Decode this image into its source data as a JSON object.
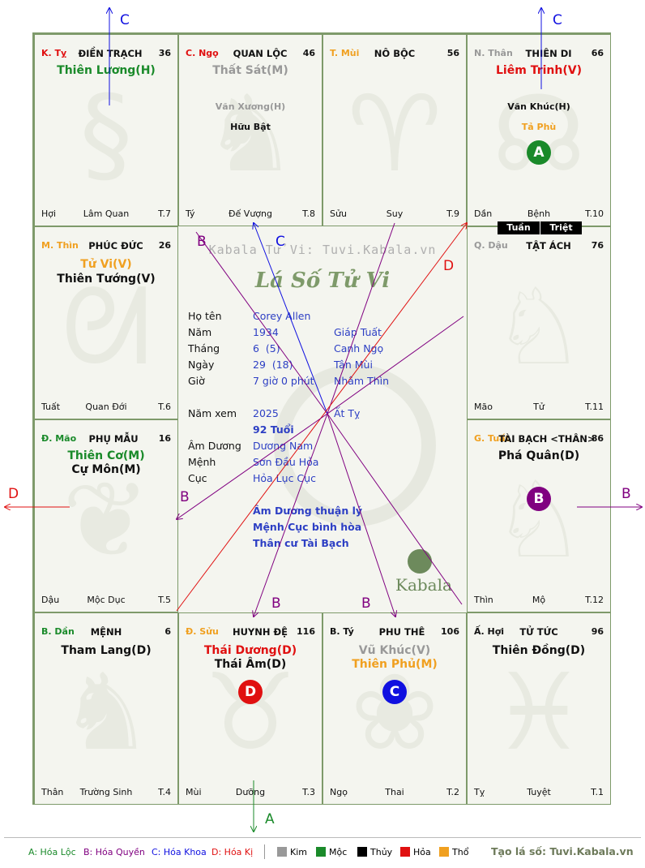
{
  "palaces": {
    "ty": {
      "pos": "K. Tỵ",
      "name": "ĐIỀN TRẠCH",
      "age": "36",
      "star1": "Thiên Lương(H)",
      "foot_left": "Hợi",
      "foot_center": "Lâm Quan",
      "foot_right": "T.7"
    },
    "ngo": {
      "pos": "C. Ngọ",
      "name": "QUAN LỘC",
      "age": "46",
      "star1": "Thất Sát(M)",
      "minor1": "Văn Xương(H)",
      "minor2": "Hữu Bật",
      "foot_left": "Tý",
      "foot_center": "Đế Vượng",
      "foot_right": "T.8"
    },
    "mui": {
      "pos": "T. Mùi",
      "name": "NÔ BỘC",
      "age": "56",
      "foot_left": "Sửu",
      "foot_center": "Suy",
      "foot_right": "T.9"
    },
    "than": {
      "pos": "N. Thân",
      "name": "THIÊN DI",
      "age": "66",
      "star1": "Liêm Trinh(V)",
      "minor1": "Văn Khúc(H)",
      "minor2": "Tả Phù",
      "badge": "A",
      "foot_left": "Dần",
      "foot_center": "Bệnh",
      "foot_right": "T.10"
    },
    "thin": {
      "pos": "M. Thìn",
      "name": "PHÚC ĐỨC",
      "age": "26",
      "star1": "Tử Vi(V)",
      "star2": "Thiên Tướng(V)",
      "foot_left": "Tuất",
      "foot_center": "Quan Đới",
      "foot_right": "T.6"
    },
    "dau": {
      "pos": "Q. Dậu",
      "name": "TẬT ÁCH",
      "age": "76",
      "tag1": "Tuần",
      "tag2": "Triệt",
      "foot_left": "Mão",
      "foot_center": "Tử",
      "foot_right": "T.11"
    },
    "mao": {
      "pos": "Đ. Mão",
      "name": "PHỤ MẪU",
      "age": "16",
      "star1": "Thiên Cơ(M)",
      "star2": "Cự Môn(M)",
      "foot_left": "Dậu",
      "foot_center": "Mộc Dục",
      "foot_right": "T.5"
    },
    "tuat": {
      "pos": "G. Tuất",
      "name": "TÀI BẠCH <THÂN>",
      "age": "86",
      "star1": "Phá Quân(D)",
      "badge": "B",
      "foot_left": "Thìn",
      "foot_center": "Mộ",
      "foot_right": "T.12"
    },
    "dan": {
      "pos": "B. Dần",
      "name": "MỆNH",
      "age": "6",
      "star1": "Tham Lang(D)",
      "foot_left": "Thân",
      "foot_center": "Trường Sinh",
      "foot_right": "T.4"
    },
    "suu": {
      "pos": "Đ. Sửu",
      "name": "HUYNH ĐỆ",
      "age": "116",
      "star1": "Thái Dương(D)",
      "star2": "Thái Âm(D)",
      "badge": "D",
      "foot_left": "Mùi",
      "foot_center": "Dưỡng",
      "foot_right": "T.3"
    },
    "ty2": {
      "pos": "B. Tý",
      "name": "PHU THÊ",
      "age": "106",
      "star1": "Vũ Khúc(V)",
      "star2": "Thiên Phủ(M)",
      "badge": "C",
      "foot_left": "Ngọ",
      "foot_center": "Thai",
      "foot_right": "T.2"
    },
    "hoi": {
      "pos": "Ấ. Hợi",
      "name": "TỬ TỨC",
      "age": "96",
      "star1": "Thiên Đồng(D)",
      "foot_left": "Tỵ",
      "foot_center": "Tuyệt",
      "foot_right": "T.1"
    }
  },
  "center": {
    "watermark": "Kabala Tử Vi: Tuvi.Kabala.vn",
    "title": "Lá Số Tử Vi",
    "rows": [
      {
        "label": "Họ tên",
        "v1": "Corey Allen",
        "v2": ""
      },
      {
        "label": "Năm",
        "v1": "1934",
        "v2": "Giáp Tuất"
      },
      {
        "label": "Tháng",
        "v1": "6  (5)",
        "v2": "Canh Ngọ"
      },
      {
        "label": "Ngày",
        "v1": "29  (18)",
        "v2": "Tân Mùi"
      },
      {
        "label": "Giờ",
        "v1": "7 giờ 0 phút",
        "v2": "Nhâm Thìn"
      },
      {
        "label": "Năm xem",
        "v1": "2025",
        "v2": "Ất Tỵ"
      },
      {
        "label": "",
        "v1": "92 Tuổi",
        "v2": ""
      },
      {
        "label": "Âm Dương",
        "v1": "Dương Nam",
        "v2": ""
      },
      {
        "label": "Mệnh",
        "v1": "Sơn Đầu Hỏa",
        "v2": ""
      },
      {
        "label": "Cục",
        "v1": "Hỏa Lục Cục",
        "v2": ""
      }
    ],
    "notes": [
      "Âm Dương thuận lý",
      "Mệnh Cục bình hòa",
      "Thân cư Tài Bạch"
    ],
    "logo": "Kabala"
  },
  "arrow_labels": {
    "c": "C",
    "b": "B",
    "d": "D",
    "a": "A"
  },
  "legend": {
    "a": "A: Hóa Lộc",
    "b": "B: Hóa Quyền",
    "c": "C: Hóa Khoa",
    "d": "D: Hóa Kị",
    "kim": "Kim",
    "moc": "Mộc",
    "thuy": "Thủy",
    "hoa": "Hỏa",
    "tho": "Thổ",
    "site": "Tạo lá số: Tuvi.Kabala.vn"
  },
  "colors": {
    "green": "#1a8a2a",
    "red": "#e01010",
    "orange": "#f0a020",
    "gray": "#999999",
    "purple": "#800080",
    "blue": "#1010e0",
    "black": "#000000"
  }
}
